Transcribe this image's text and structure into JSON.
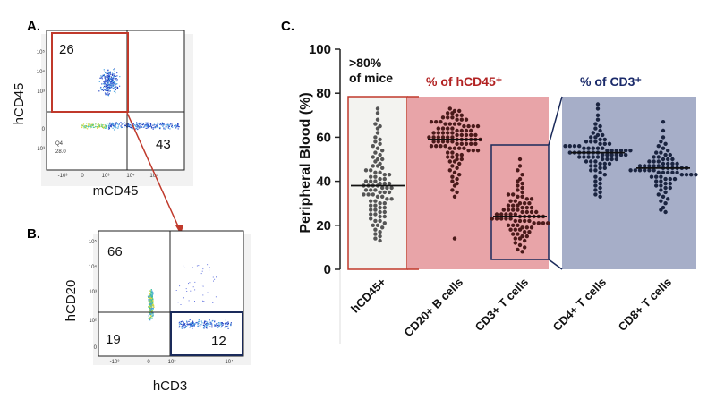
{
  "figure": {
    "panel_a": {
      "letter": "A.",
      "x_label": "mCD45",
      "y_label": "hCD45",
      "gate_top_left": "26",
      "gate_bottom_right": "43",
      "q4_name": "Q4",
      "q4_value": "28.0",
      "y_ticks": [
        "10⁵",
        "10⁴",
        "10³",
        "0",
        "-10³"
      ],
      "x_ticks": [
        "-10³",
        "0",
        "10³",
        "10⁴",
        "10⁵"
      ],
      "gate_color": "#c0392b"
    },
    "panel_b": {
      "letter": "B.",
      "x_label": "hCD3",
      "y_label": "hCD20",
      "q_top_left": "66",
      "q_bottom_left": "19",
      "q_bottom_right": "12",
      "y_ticks": [
        "10⁵",
        "10⁴",
        "10³",
        "10²",
        "0"
      ],
      "x_ticks": [
        "-10³",
        "0",
        "10³",
        "10⁴"
      ],
      "gate_color": "#1a2a5a"
    },
    "panel_c": {
      "letter": "C.",
      "header_left": ">80%",
      "header_left_line2": "of mice",
      "header_middle": "% of hCD45⁺",
      "header_right": "% of CD3⁺",
      "header_middle_color": "#b22222",
      "header_right_color": "#1a2a6a"
    }
  },
  "chart_data": {
    "type": "scatter",
    "subtype": "dot-plot (beeswarm) with median lines",
    "ylabel": "Peripheral Blood (%)",
    "xlabel": "",
    "ylim": [
      0,
      100
    ],
    "yticks": [
      0,
      20,
      40,
      60,
      80,
      100
    ],
    "categories": [
      "hCD45+",
      "CD20+ B cells",
      "CD3+ T cells",
      "CD4+ T cells",
      "CD8+ T cells"
    ],
    "series": [
      {
        "category": "hCD45+",
        "median": 38,
        "range": [
          13,
          73
        ],
        "color": "#555555",
        "values": [
          73,
          71,
          68,
          66,
          65,
          64,
          62,
          60,
          59,
          58,
          57,
          56,
          55,
          54,
          53,
          52,
          51,
          50,
          50,
          49,
          48,
          47,
          47,
          46,
          45,
          45,
          44,
          44,
          43,
          43,
          42,
          42,
          41,
          41,
          40,
          40,
          40,
          39,
          39,
          39,
          38,
          38,
          38,
          38,
          37,
          37,
          37,
          36,
          36,
          36,
          35,
          35,
          35,
          34,
          34,
          34,
          33,
          33,
          32,
          32,
          31,
          31,
          30,
          30,
          29,
          29,
          28,
          28,
          27,
          27,
          26,
          26,
          25,
          25,
          24,
          24,
          23,
          22,
          22,
          21,
          20,
          20,
          19,
          18,
          17,
          16,
          15,
          14,
          13
        ]
      },
      {
        "category": "CD20+ B cells",
        "median": 59,
        "range": [
          14,
          73
        ],
        "color": "#4a1a1a",
        "values": [
          73,
          72,
          72,
          71,
          71,
          70,
          70,
          69,
          69,
          69,
          68,
          68,
          68,
          67,
          67,
          67,
          66,
          66,
          66,
          66,
          65,
          65,
          65,
          65,
          64,
          64,
          64,
          64,
          63,
          63,
          63,
          63,
          62,
          62,
          62,
          62,
          62,
          61,
          61,
          61,
          61,
          61,
          60,
          60,
          60,
          60,
          60,
          60,
          59,
          59,
          59,
          59,
          59,
          59,
          58,
          58,
          58,
          58,
          58,
          57,
          57,
          57,
          57,
          57,
          56,
          56,
          56,
          56,
          55,
          55,
          55,
          55,
          54,
          54,
          54,
          53,
          53,
          52,
          52,
          51,
          51,
          50,
          50,
          49,
          49,
          48,
          47,
          46,
          45,
          44,
          43,
          42,
          41,
          40,
          39,
          38,
          36,
          35,
          33,
          14
        ]
      },
      {
        "category": "CD3+ T cells",
        "median": 24,
        "range": [
          8,
          50
        ],
        "color": "#4a1a1a",
        "values": [
          50,
          47,
          45,
          43,
          41,
          40,
          39,
          38,
          37,
          36,
          35,
          34,
          34,
          33,
          33,
          32,
          32,
          31,
          31,
          30,
          30,
          30,
          29,
          29,
          29,
          28,
          28,
          28,
          27,
          27,
          27,
          27,
          26,
          26,
          26,
          26,
          25,
          25,
          25,
          25,
          25,
          24,
          24,
          24,
          24,
          24,
          24,
          23,
          23,
          23,
          23,
          23,
          22,
          22,
          22,
          22,
          21,
          21,
          21,
          21,
          20,
          20,
          20,
          19,
          19,
          19,
          18,
          18,
          18,
          17,
          17,
          16,
          16,
          15,
          15,
          14,
          14,
          13,
          12,
          11,
          10,
          9,
          8
        ]
      },
      {
        "category": "CD4+ T cells",
        "median": 53,
        "range": [
          33,
          75
        ],
        "color": "#1a2440",
        "values": [
          75,
          73,
          70,
          68,
          66,
          65,
          64,
          63,
          62,
          61,
          61,
          60,
          60,
          59,
          59,
          58,
          58,
          58,
          57,
          57,
          57,
          56,
          56,
          56,
          56,
          55,
          55,
          55,
          55,
          55,
          54,
          54,
          54,
          54,
          54,
          54,
          53,
          53,
          53,
          53,
          53,
          53,
          53,
          52,
          52,
          52,
          52,
          52,
          52,
          51,
          51,
          51,
          51,
          51,
          50,
          50,
          50,
          50,
          49,
          49,
          49,
          48,
          48,
          48,
          47,
          47,
          46,
          46,
          45,
          45,
          44,
          43,
          42,
          41,
          40,
          39,
          38,
          37,
          36,
          35,
          34,
          33
        ]
      },
      {
        "category": "CD8+ T cells",
        "median": 46,
        "range": [
          26,
          67
        ],
        "color": "#1a2440",
        "values": [
          67,
          63,
          60,
          58,
          57,
          56,
          55,
          54,
          53,
          53,
          52,
          52,
          51,
          51,
          50,
          50,
          50,
          49,
          49,
          49,
          48,
          48,
          48,
          48,
          47,
          47,
          47,
          47,
          47,
          46,
          46,
          46,
          46,
          46,
          46,
          45,
          45,
          45,
          45,
          45,
          45,
          44,
          44,
          44,
          44,
          44,
          43,
          43,
          43,
          43,
          42,
          42,
          42,
          41,
          41,
          41,
          40,
          40,
          39,
          39,
          38,
          38,
          37,
          37,
          36,
          35,
          34,
          33,
          32,
          31,
          30,
          28,
          27,
          26
        ]
      }
    ]
  },
  "colors": {
    "red_shade": "#e8a4a8",
    "blue_shade": "#a6aec8",
    "grey_box": "#f3f3f0",
    "red_border": "#c0392b",
    "blue_border": "#1a2a5a",
    "arrow": "#c0392b"
  }
}
